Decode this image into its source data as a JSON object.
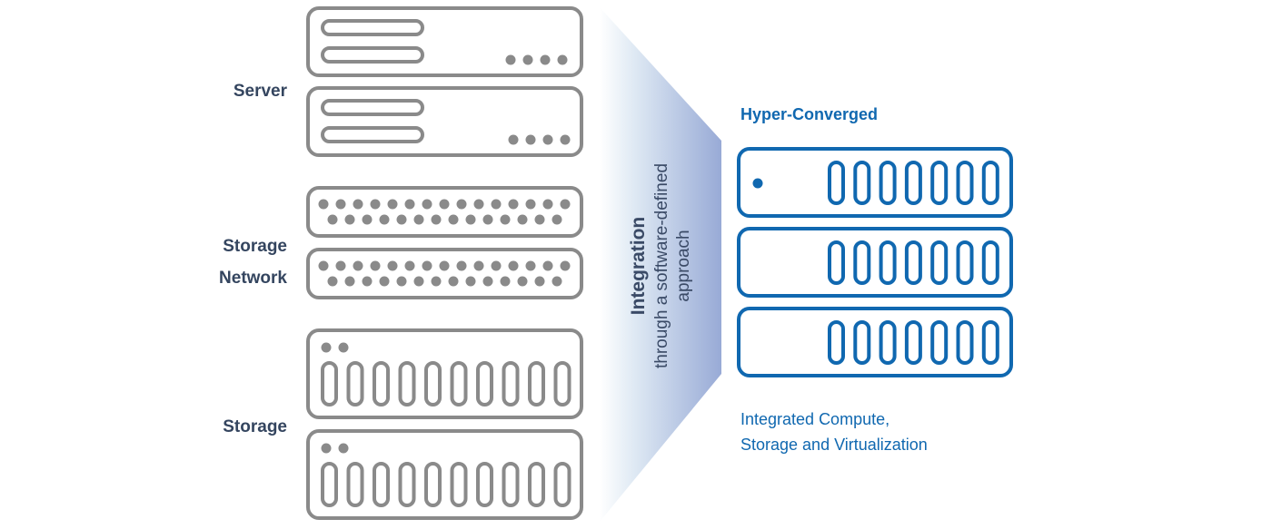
{
  "left_stack": {
    "labels": {
      "server": "Server",
      "storage_network_line1": "Storage",
      "storage_network_line2": "Network",
      "storage": "Storage"
    },
    "color": "#8a8a8a"
  },
  "center": {
    "title": "Integration",
    "subtitle_line1": "through a software-defined",
    "subtitle_line2": "approach",
    "gradient_start": "#ffffff",
    "gradient_end": "#98aad6"
  },
  "right_stack": {
    "title": "Hyper-Converged",
    "description_line1": "Integrated Compute,",
    "description_line2": "Storage and Virtualization",
    "color": "#1068b0"
  }
}
